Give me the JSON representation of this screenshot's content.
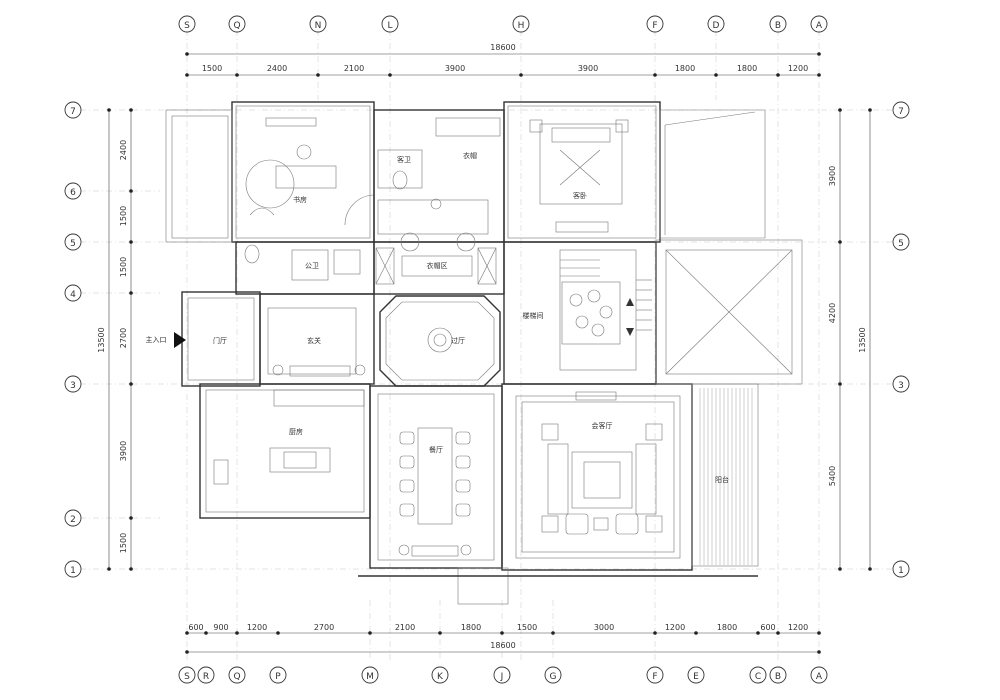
{
  "grid": {
    "top_letters": [
      "S",
      "Q",
      "N",
      "L",
      "H",
      "F",
      "D",
      "B",
      "A"
    ],
    "bottom_letters": [
      "S",
      "R",
      "Q",
      "P",
      "M",
      "K",
      "J",
      "G",
      "F",
      "E",
      "C",
      "B",
      "A"
    ],
    "row_numbers_left": [
      "7",
      "6",
      "5",
      "4",
      "3",
      "2",
      "1"
    ],
    "row_numbers_right": [
      "7",
      "5",
      "3",
      "1"
    ]
  },
  "dimensions": {
    "top_total": "18600",
    "top_segments": [
      "1500",
      "2400",
      "2100",
      "3900",
      "3900",
      "1800",
      "1800",
      "1200"
    ],
    "bottom_total": "18600",
    "bottom_segments": [
      "600",
      "900",
      "1200",
      "2700",
      "2100",
      "1800",
      "1500",
      "3000",
      "1200",
      "1800",
      "600",
      "1200"
    ],
    "left_total": "13500",
    "left_segments": [
      "2400",
      "1500",
      "1500",
      "2700",
      "3900",
      "1500"
    ],
    "right_total": "13500",
    "right_segments": [
      "3900",
      "4200",
      "5400"
    ]
  },
  "rooms": {
    "study": "书房",
    "guest_wc": "客卫",
    "closet": "衣帽",
    "guest_bedroom": "客卧",
    "public_wc": "公卫",
    "cloakroom": "衣帽区",
    "entrance_hall": "门厅",
    "foyer": "玄关",
    "hall": "过厅",
    "stairwell": "楼梯间",
    "kitchen": "厨房",
    "dining": "餐厅",
    "reception": "会客厅",
    "balcony": "阳台",
    "main_entrance": "主入口"
  },
  "colors": {
    "line": "#333333",
    "grid": "#b9b9b9",
    "background": "#ffffff"
  }
}
